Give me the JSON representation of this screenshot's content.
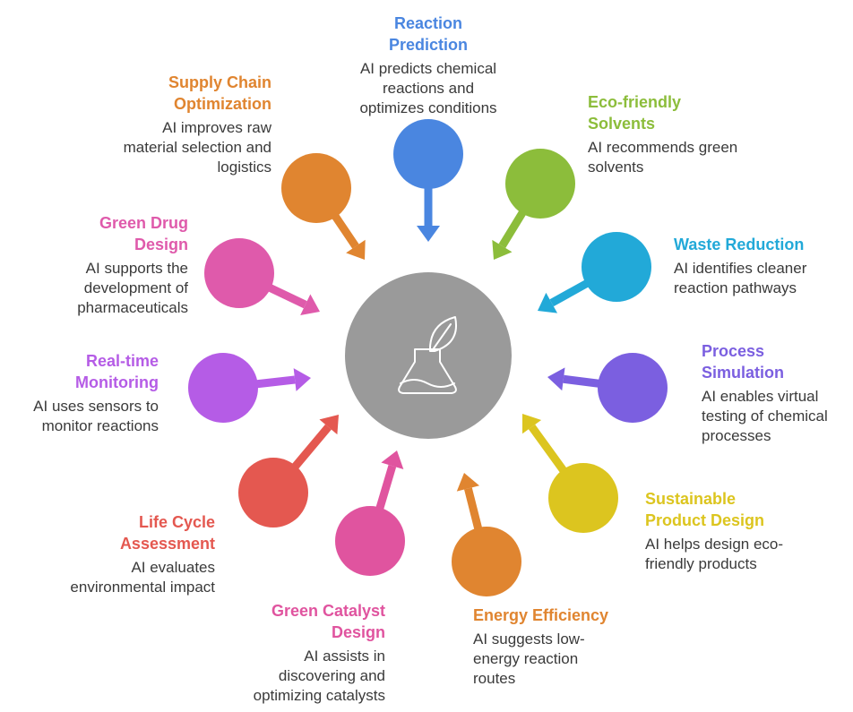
{
  "center": {
    "icon": "flask-leaf-icon",
    "color": "#9a9a9a"
  },
  "items": [
    {
      "key": "reaction-prediction",
      "title": "Reaction\nPrediction",
      "desc": "AI predicts chemical\nreactions and\noptimizes conditions",
      "color": "#4a86e0"
    },
    {
      "key": "eco-friendly-solvents",
      "title": "Eco-friendly\nSolvents",
      "desc": "AI recommends green\nsolvents",
      "color": "#8cbd3b"
    },
    {
      "key": "waste-reduction",
      "title": "Waste Reduction",
      "desc": "AI identifies cleaner\nreaction pathways",
      "color": "#22a9d8"
    },
    {
      "key": "process-simulation",
      "title": "Process\nSimulation",
      "desc": "AI enables virtual\ntesting of chemical\nprocesses",
      "color": "#7b5fe0"
    },
    {
      "key": "sustainable-product-design",
      "title": "Sustainable\nProduct Design",
      "desc": "AI helps design eco-\nfriendly products",
      "color": "#dcc51f"
    },
    {
      "key": "energy-efficiency",
      "title": "Energy Efficiency",
      "desc": "AI suggests low-\nenergy reaction\nroutes",
      "color": "#e08530"
    },
    {
      "key": "green-catalyst-design",
      "title": "Green Catalyst\nDesign",
      "desc": "AI assists in\ndiscovering and\noptimizing catalysts",
      "color": "#e0549f"
    },
    {
      "key": "life-cycle-assessment",
      "title": "Life Cycle\nAssessment",
      "desc": "AI evaluates\nenvironmental impact",
      "color": "#e45850"
    },
    {
      "key": "real-time-monitoring",
      "title": "Real-time\nMonitoring",
      "desc": "AI uses sensors to\nmonitor reactions",
      "color": "#b55ce6"
    },
    {
      "key": "green-drug-design",
      "title": "Green Drug\nDesign",
      "desc": "AI supports the\ndevelopment of\npharmaceuticals",
      "color": "#df5aab"
    },
    {
      "key": "supply-chain-optimization",
      "title": "Supply Chain\nOptimization",
      "desc": "AI improves raw\nmaterial selection and\nlogistics",
      "color": "#e08530"
    }
  ]
}
